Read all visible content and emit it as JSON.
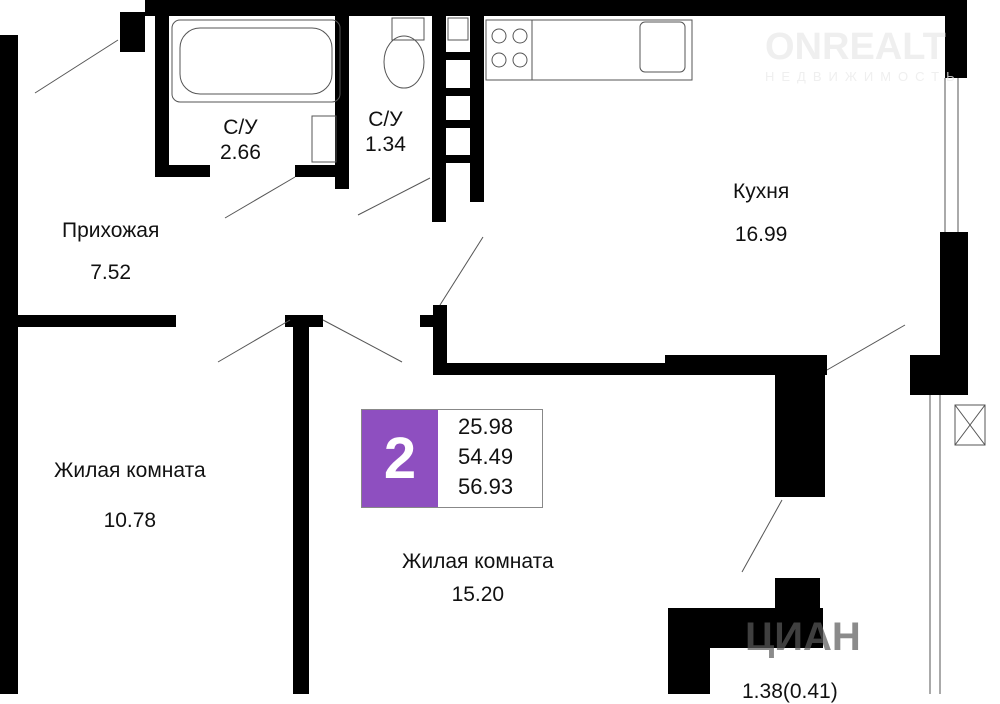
{
  "rooms": {
    "bath1": {
      "name": "С/У",
      "area": "2.66"
    },
    "bath2": {
      "name": "С/У",
      "area": "1.34"
    },
    "hall": {
      "name": "Прихожая",
      "area": "7.52"
    },
    "kitchen": {
      "name": "Кухня",
      "area": "16.99"
    },
    "living1": {
      "name": "Жилая комната",
      "area": "10.78"
    },
    "living2": {
      "name": "Жилая комната",
      "area": "15.20"
    },
    "balcony": {
      "area": "1.38(0.41)"
    }
  },
  "badge": {
    "rooms": "2",
    "living_area": "25.98",
    "total_area": "54.49",
    "total_with_balcony": "56.93",
    "color": "#8e4fc0"
  },
  "watermarks": {
    "top": "ONREALT",
    "top_sub": "НЕДВИЖИМОСТЬ",
    "bottom": "ЦИАН"
  }
}
